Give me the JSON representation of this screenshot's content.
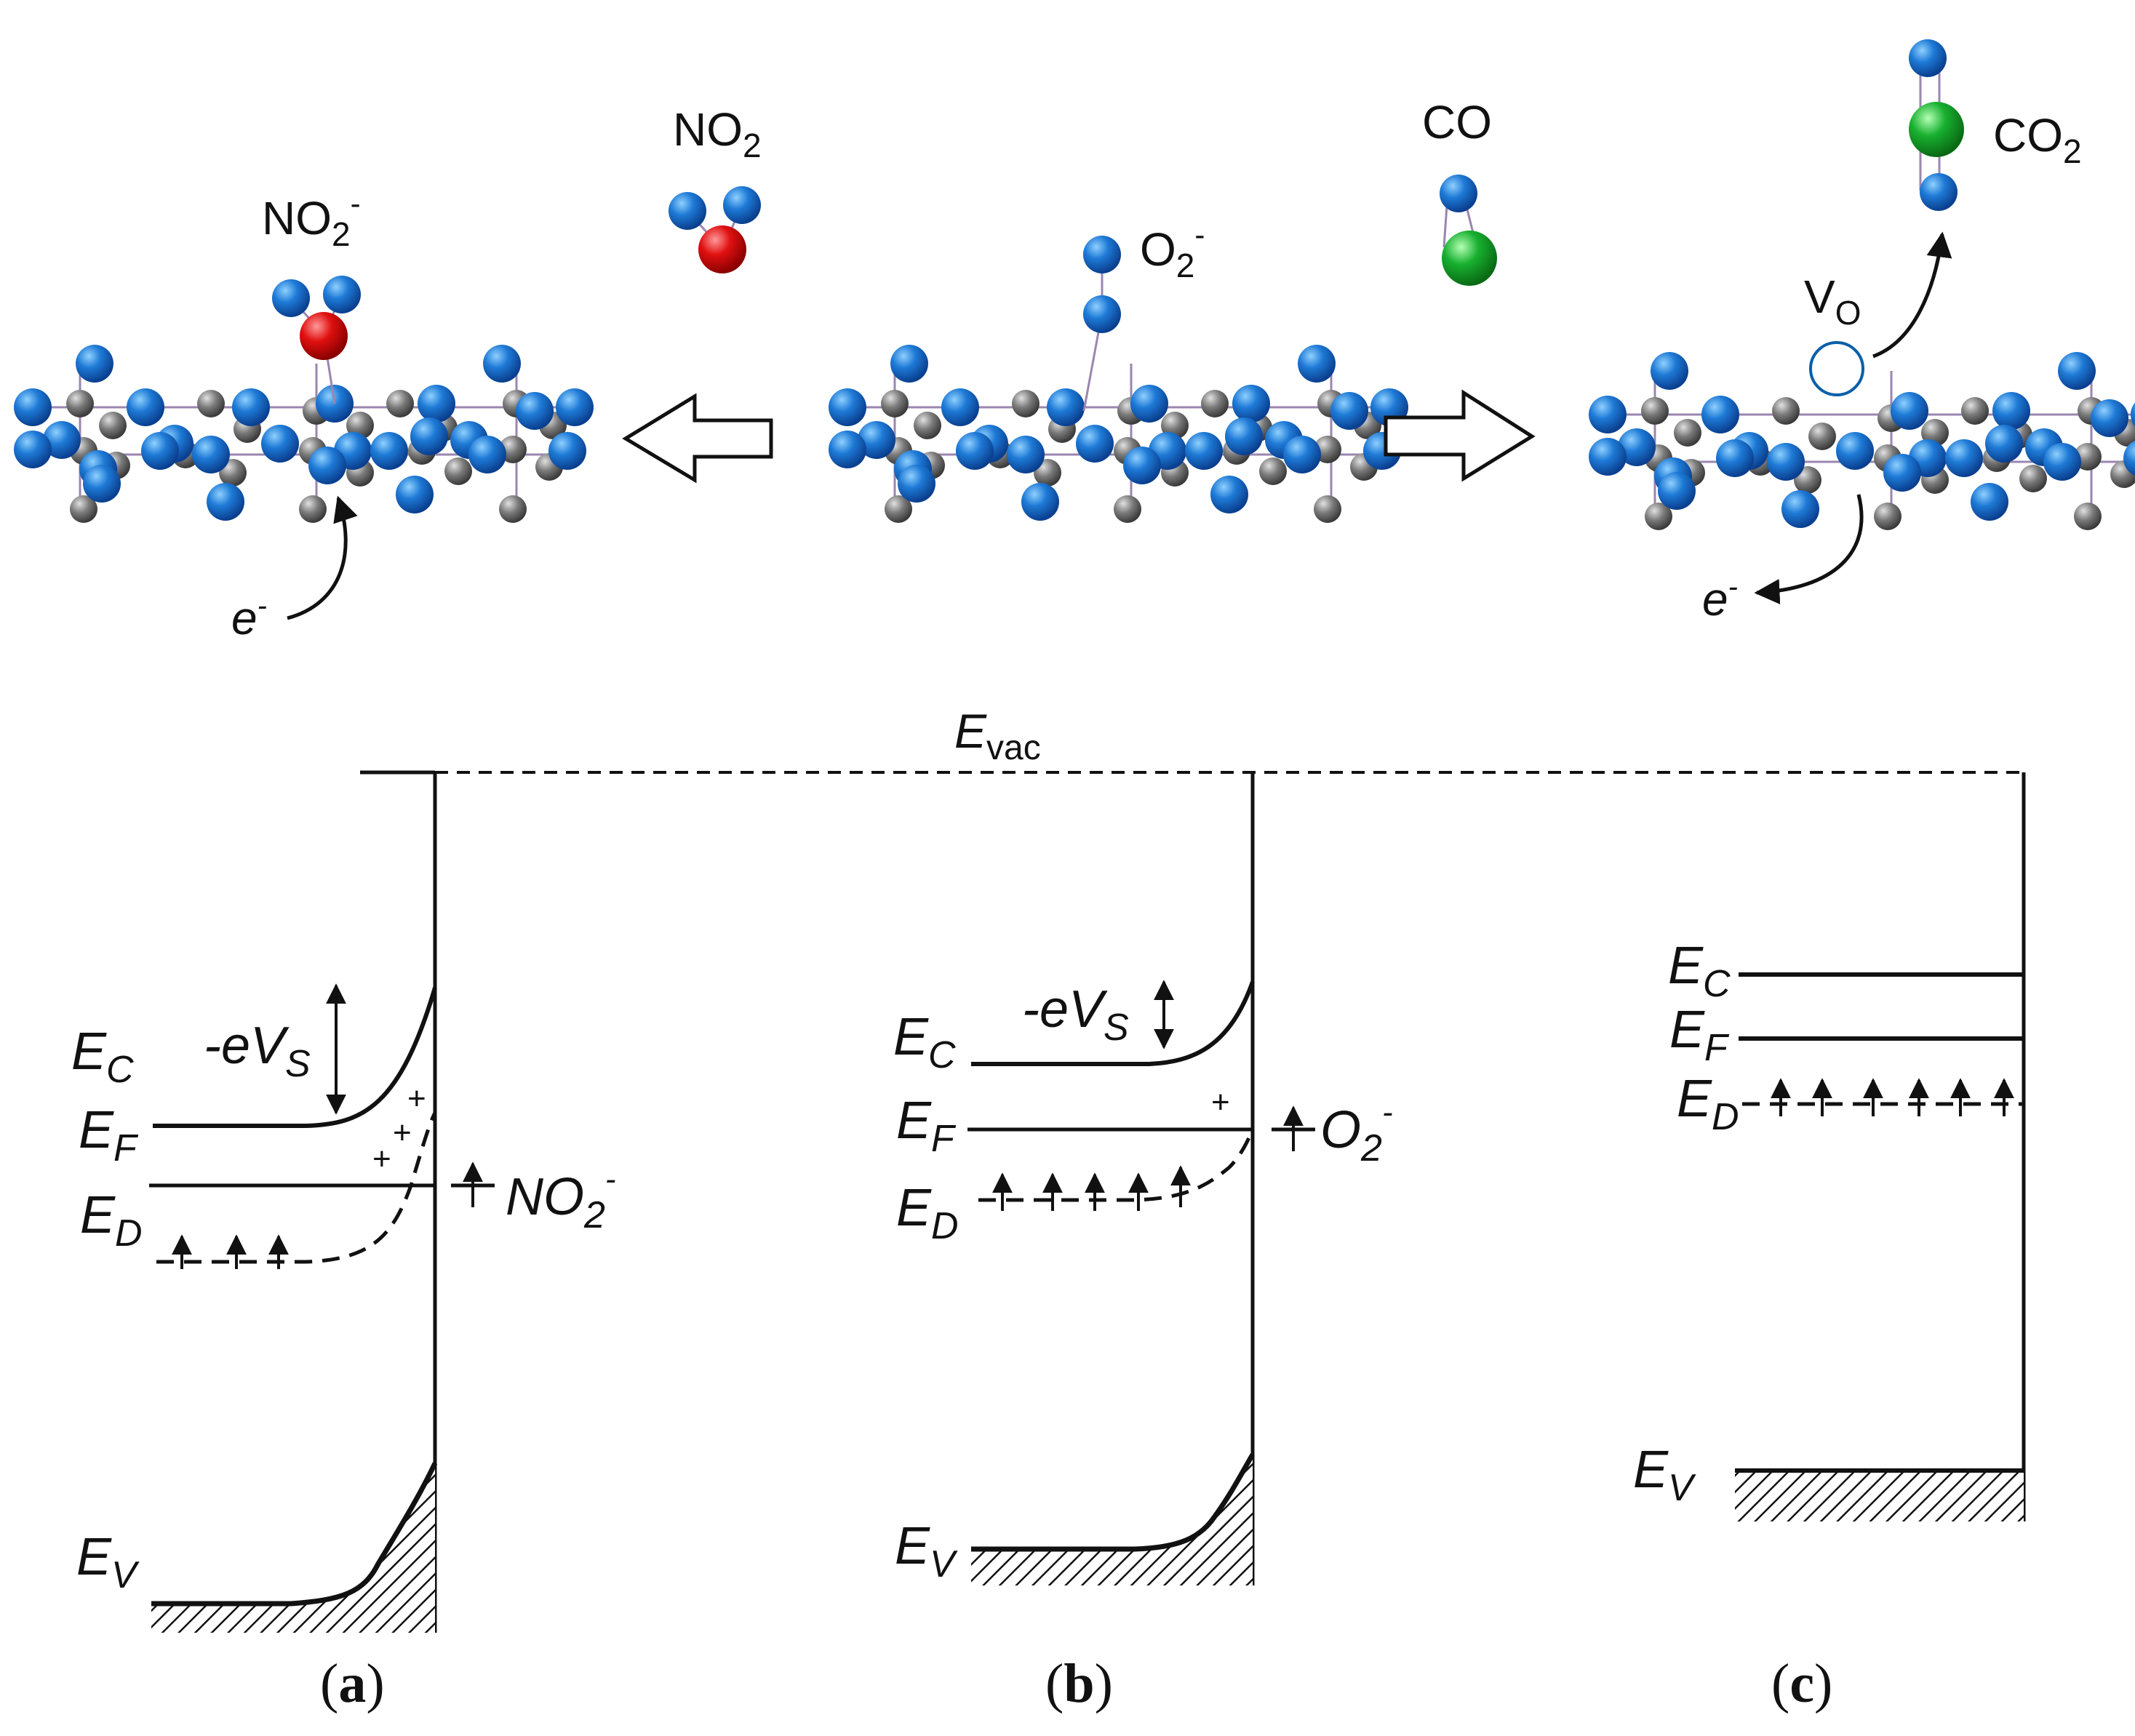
{
  "molecules": {
    "no2_minus": {
      "text": "NO",
      "sub": "2",
      "sup": "-"
    },
    "no2": {
      "text": "NO",
      "sub": "2"
    },
    "o2_minus": {
      "text": "O",
      "sub": "2",
      "sup": "-"
    },
    "co": {
      "text": "CO"
    },
    "co2": {
      "text": "CO",
      "sub": "2"
    },
    "vacancy": {
      "text": "V",
      "sub": "O"
    },
    "electron_left": {
      "text": "e",
      "sup": "-"
    },
    "electron_right": {
      "text": "e",
      "sup": "-"
    }
  },
  "energy": {
    "vac": {
      "text": "E",
      "sub": "vac"
    },
    "ec": {
      "text": "E",
      "sub": "C"
    },
    "ef": {
      "text": "E",
      "sub": "F"
    },
    "ed": {
      "text": "E",
      "sub": "D"
    },
    "ev": {
      "text": "E",
      "sub": "V"
    },
    "bend": {
      "text": "-eV",
      "sub": "S"
    },
    "plus": "+",
    "adsorbate_a": {
      "text": "NO",
      "sub": "2",
      "sup": "-"
    },
    "adsorbate_b": {
      "text": "O",
      "sub": "2",
      "sup": "-"
    }
  },
  "panels": [
    {
      "label": "a"
    },
    {
      "label": "b"
    },
    {
      "label": "c"
    }
  ],
  "colors": {
    "oxygen": "#1e6fd0",
    "metal": "#7a7a7a",
    "nitrogen": "#e01010",
    "carbon": "#18b030",
    "bond": "#9a86b0"
  }
}
